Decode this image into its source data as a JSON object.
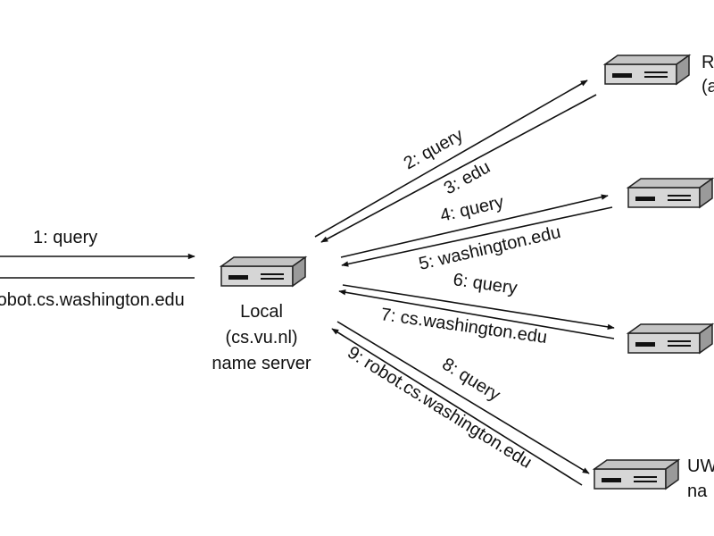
{
  "messages": {
    "m1": "1: query",
    "m1_reply": "robot.cs.washington.edu",
    "m2": "2: query",
    "m3": "3: edu",
    "m4": "4: query",
    "m5": "5: washington.edu",
    "m6": "6: query",
    "m7": "7: cs.washington.edu",
    "m8": "8: query",
    "m9": "9: robot.cs.washington.edu"
  },
  "nodes": {
    "local": {
      "line1": "Local",
      "line2": "(cs.vu.nl)",
      "line3": "name server"
    },
    "root": {
      "line1": "R",
      "line2": "(a"
    },
    "uw": {
      "line1": "UW",
      "line2": "na"
    }
  },
  "colors": {
    "line": "#111111",
    "server_top": "#c9c9c9",
    "server_front": "#d6d6d6",
    "server_side": "#9a9a9a"
  }
}
